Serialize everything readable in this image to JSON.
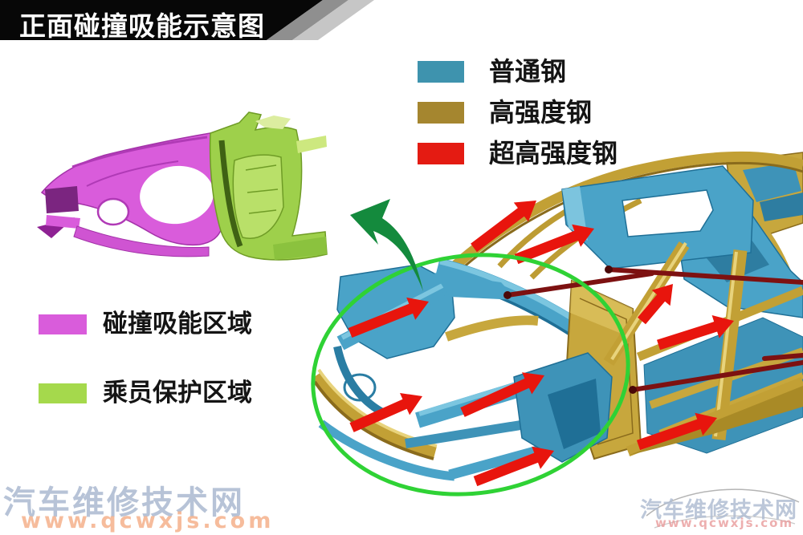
{
  "banner": {
    "title": "正面碰撞吸能示意图"
  },
  "steel_legend": {
    "items": [
      {
        "label": "普通钢",
        "color": "#3E93AE"
      },
      {
        "label": "高强度钢",
        "color": "#A5862F"
      },
      {
        "label": "超高强度钢",
        "color": "#E41B12"
      }
    ]
  },
  "zone_legend": {
    "items": [
      {
        "label": "碰撞吸能区域",
        "color": "#D95CDB"
      },
      {
        "label": "乘员保护区域",
        "color": "#A5D94C"
      }
    ]
  },
  "watermarks": {
    "bottom_left": {
      "site_name": "汽车维修技术网",
      "site_url": "www.qcwxjs.com"
    },
    "bottom_right": {
      "site_name": "汽车维修技术网",
      "site_url": "www.qcwxjs.com"
    }
  },
  "figure_colors": {
    "ordinary_steel_blue": "#4AA3C8",
    "high_strength_gold": "#C7A73D",
    "ultra_high_strength_red": "#E8150D",
    "crossmember_rod_dark_red": "#7D1111",
    "highlight_ellipse_green": "#2FD235",
    "callout_arrow_green": "#148A3D",
    "absorption_zone_magenta": "#D95CDB",
    "protection_zone_green": "#9ED04B"
  }
}
